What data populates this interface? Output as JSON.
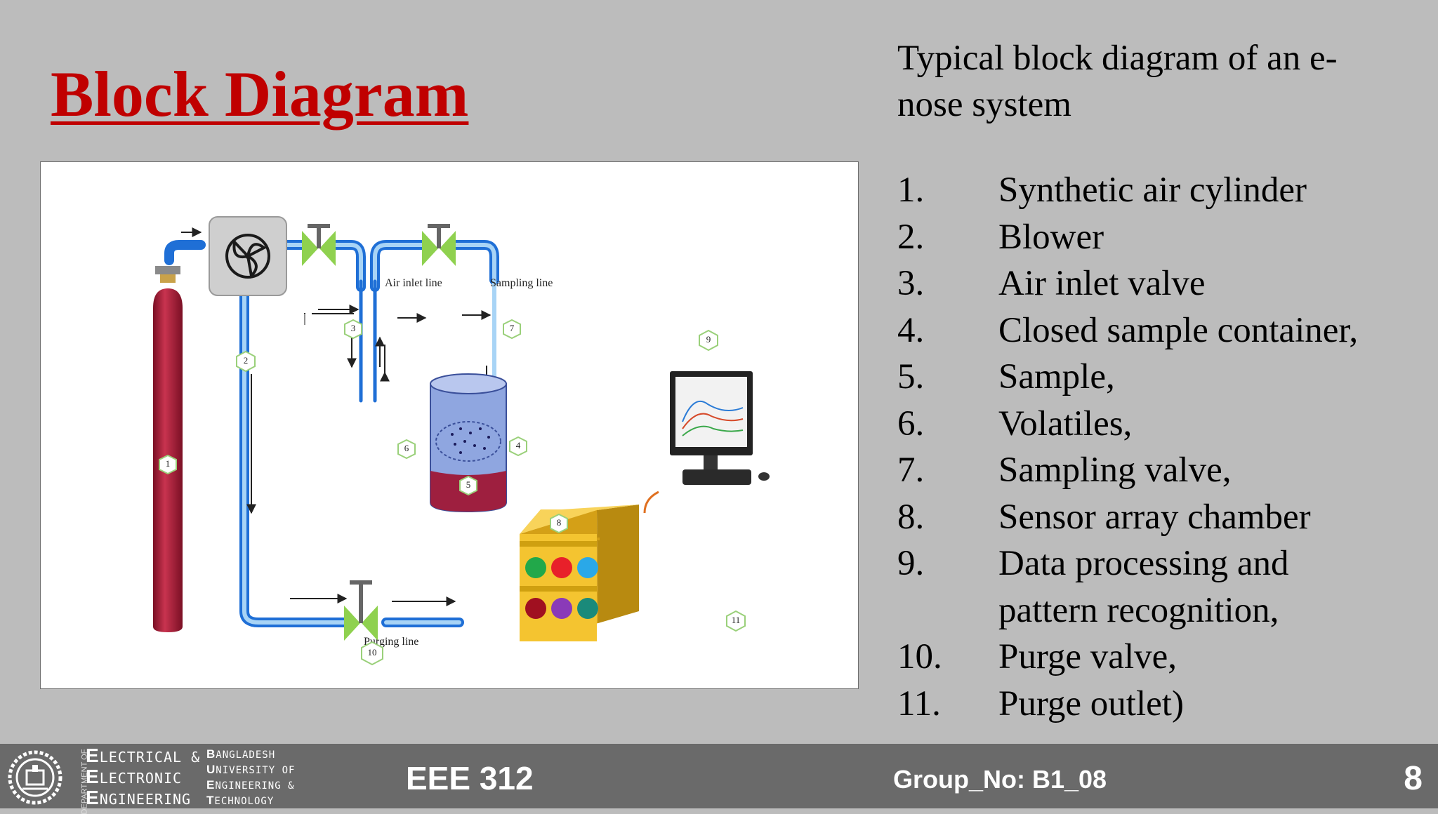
{
  "slide": {
    "title": "Block Diagram",
    "caption": "Typical block diagram of an e-nose system"
  },
  "legend": [
    {
      "num": "1.",
      "text": "Synthetic air cylinder"
    },
    {
      "num": "2.",
      "text": "Blower"
    },
    {
      "num": "3.",
      "text": "Air inlet valve"
    },
    {
      "num": "4.",
      "text": "Closed sample container,"
    },
    {
      "num": "5.",
      "text": "Sample,"
    },
    {
      "num": "6.",
      "text": "Volatiles,"
    },
    {
      "num": "7.",
      "text": "Sampling valve,"
    },
    {
      "num": "8.",
      "text": "Sensor array chamber"
    },
    {
      "num": "9.",
      "text": "Data processing and\npattern recognition,"
    },
    {
      "num": "10.",
      "text": "Purge valve,"
    },
    {
      "num": "11.",
      "text": "Purge outlet)"
    }
  ],
  "diagram": {
    "line_labels": {
      "air_inlet": "Air inlet line",
      "sampling": "Sampling line",
      "purging": "Purging line"
    },
    "markers": [
      "1",
      "2",
      "3",
      "4",
      "5",
      "6",
      "7",
      "8",
      "9",
      "10",
      "11"
    ],
    "colors": {
      "pipe": "#1f6fd6",
      "pipe_light": "#a8d4f6",
      "valve": "#8fd14f",
      "cylinder": "#b0203a",
      "chamber": "#f4c430"
    }
  },
  "footer": {
    "dept_vertical": "DEPARTMENT OF",
    "dept_lines": [
      {
        "initial": "E",
        "rest": "LECTRICAL &"
      },
      {
        "initial": "E",
        "rest": "LECTRONIC"
      },
      {
        "initial": "E",
        "rest": "NGINEERING"
      }
    ],
    "uni_lines": [
      {
        "initial": "B",
        "rest": "ANGLADESH"
      },
      {
        "initial": "U",
        "rest": "NIVERSITY OF"
      },
      {
        "initial": "E",
        "rest": "NGINEERING &"
      },
      {
        "initial": "T",
        "rest": "ECHNOLOGY"
      }
    ],
    "course": "EEE 312",
    "group": "Group_No: B1_08",
    "page_number": "8"
  }
}
